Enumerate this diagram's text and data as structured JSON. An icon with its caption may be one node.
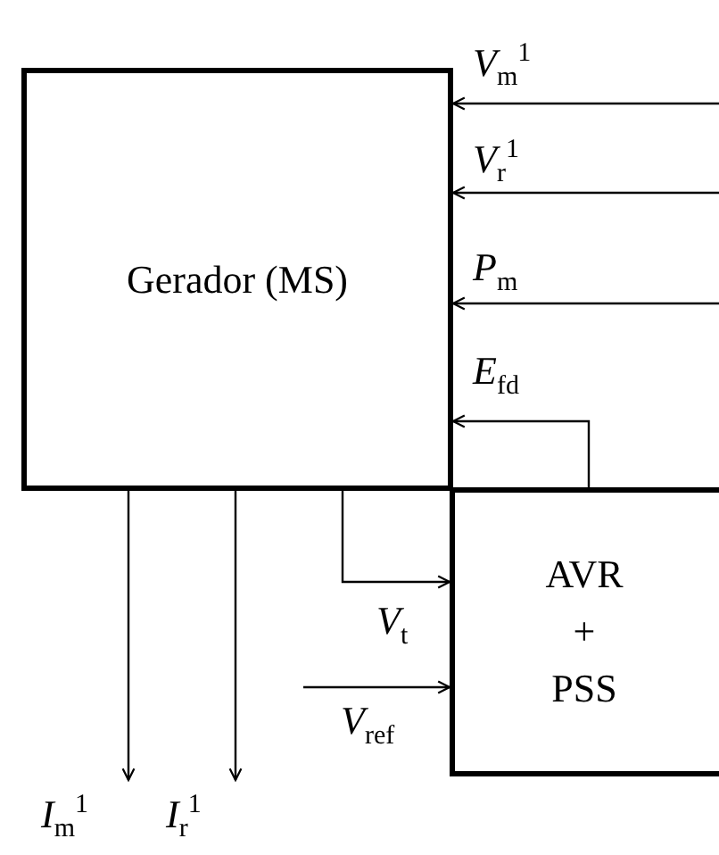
{
  "diagram": {
    "nodes": [
      {
        "text": [
          "Gerador (MS)"
        ]
      },
      {
        "text": [
          "AVR + PSS"
        ]
      }
    ],
    "edges": [
      {
        "from": null,
        "to": 0,
        "arrow": "to",
        "label": "*V*$_{m}$$^{1}$"
      },
      {
        "from": null,
        "to": 0,
        "arrow": "to",
        "label": "*V*$_{r}$$^{1}$"
      },
      {
        "from": null,
        "to": 0,
        "arrow": "to",
        "label": "*P*$_{m}$"
      },
      {
        "from": 1,
        "to": 0,
        "arrow": "to",
        "label": "*E*$_{fd}$"
      },
      {
        "from": 0,
        "to": 1,
        "arrow": "to",
        "label": "*V*$_{t}$"
      },
      {
        "from": null,
        "to": 1,
        "arrow": "to",
        "label": "*V*$_{ref}$"
      },
      {
        "from": 0,
        "to": null,
        "arrow": "to",
        "label": "*I*$_{m}$$^{1}$"
      },
      {
        "from": 0,
        "to": null,
        "arrow": "to",
        "label": "*I*$_{r}$$^{1}$"
      }
    ]
  }
}
